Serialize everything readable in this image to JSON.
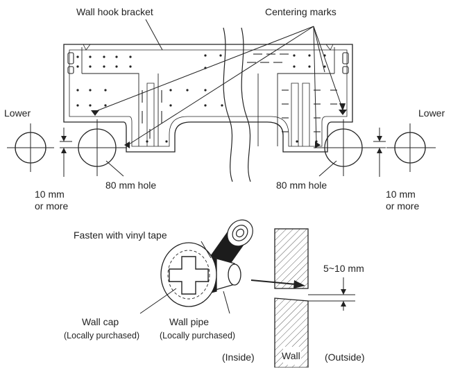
{
  "labels": {
    "wall_hook_bracket": "Wall hook bracket",
    "centering_marks": "Centering marks",
    "lower_left": "Lower",
    "lower_right": "Lower",
    "hole_left": "80 mm hole",
    "hole_right": "80 mm hole",
    "clearance_left_1": "10 mm",
    "clearance_left_2": "or more",
    "clearance_right_1": "10 mm",
    "clearance_right_2": "or more",
    "fasten_tape": "Fasten with vinyl tape",
    "gap": "5~10 mm",
    "wall_cap": "Wall cap",
    "wall_cap_note": "(Locally purchased)",
    "wall_pipe": "Wall pipe",
    "wall_pipe_note": "(Locally purchased)",
    "inside": "(Inside)",
    "wall": "Wall",
    "outside": "(Outside)"
  }
}
